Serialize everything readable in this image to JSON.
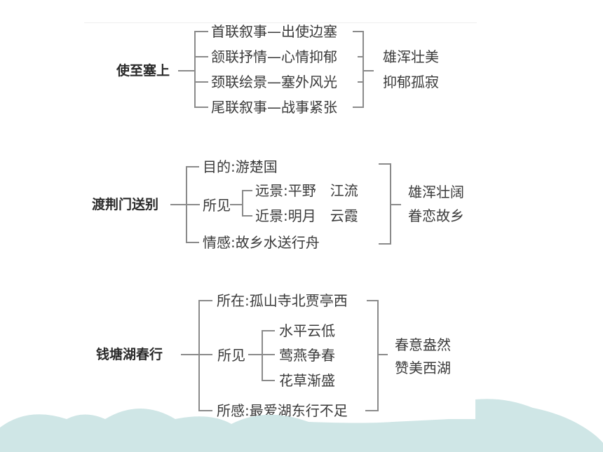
{
  "colors": {
    "cloud": "#cfe6e6",
    "line": "#8a8a8a"
  },
  "poem1": {
    "title": "使至塞上",
    "lines": [
      "首联叙事—出使边塞",
      "颔联抒情—心情抑郁",
      "颈联绘景—塞外风光",
      "尾联叙事—战事紧张"
    ],
    "theme": [
      "雄浑壮美",
      "抑郁孤寂"
    ]
  },
  "poem2": {
    "title": "渡荆门送别",
    "purpose": "目的:游楚国",
    "seen": "所见",
    "far": "远景:平野　江流",
    "near": "近景:明月　云霞",
    "feeling": "情感:故乡水送行舟",
    "theme": [
      "雄浑壮阔",
      "眷恋故乡"
    ]
  },
  "poem3": {
    "title": "钱塘湖春行",
    "location": "所在:孤山寺北贾亭西",
    "seen": "所见",
    "seen_items": [
      "水平云低",
      "莺燕争春",
      "花草渐盛"
    ],
    "feeling": "所感:最爱湖东行不足",
    "theme": [
      "春意盎然",
      "赞美西湖"
    ]
  }
}
